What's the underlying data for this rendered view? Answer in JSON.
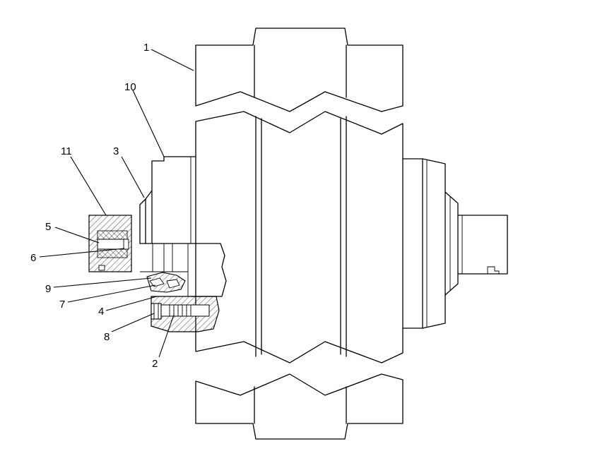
{
  "callouts": [
    {
      "id": "1",
      "label": "1"
    },
    {
      "id": "10",
      "label": "10"
    },
    {
      "id": "11",
      "label": "11"
    },
    {
      "id": "3",
      "label": "3"
    },
    {
      "id": "5",
      "label": "5"
    },
    {
      "id": "6",
      "label": "6"
    },
    {
      "id": "9",
      "label": "9"
    },
    {
      "id": "7",
      "label": "7"
    },
    {
      "id": "4",
      "label": "4"
    },
    {
      "id": "8",
      "label": "8"
    },
    {
      "id": "2",
      "label": "2"
    }
  ]
}
